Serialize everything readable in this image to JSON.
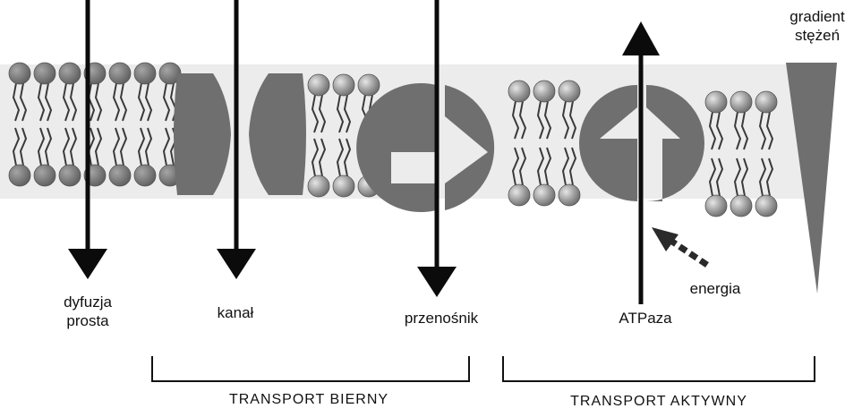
{
  "labels": {
    "simple_diffusion": [
      "dyfuzja",
      "prosta"
    ],
    "channel": "kanał",
    "carrier": "przenośnik",
    "atpase": "ATPaza",
    "energy": "energia",
    "gradient": [
      "gradient",
      "stężeń"
    ]
  },
  "groups": {
    "passive": "TRANSPORT  BIERNY",
    "active": "TRANSPORT  AKTYWNY"
  },
  "colors": {
    "protein": "#6f6f6f",
    "arrow": "#0b0b0b",
    "head": "#8a8a8a",
    "head_light": "#d9d9d9",
    "tail": "#3a3a3a",
    "membrane_bg": "#c9c9c9",
    "background": "#ffffff"
  }
}
